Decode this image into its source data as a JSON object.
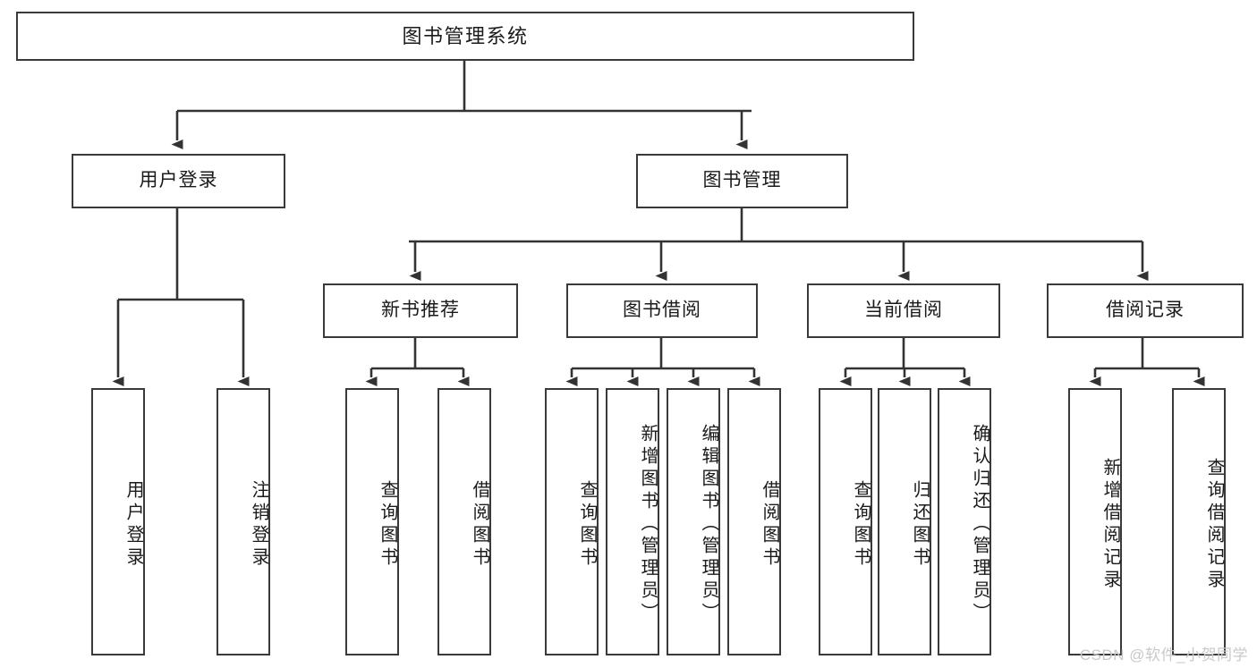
{
  "diagram": {
    "title": "图书管理系统",
    "type": "tree",
    "watermark": "CSDN @软件_小贺同学",
    "colors": {
      "box_border": "#3a3a3a",
      "box_fill": "#ffffff",
      "edge": "#333333",
      "text": "#1a1a1a",
      "watermark": "#c9c9c9"
    },
    "nodes": {
      "root": {
        "label": "图书管理系统"
      },
      "level1": [
        {
          "id": "user-login",
          "label": "用户登录"
        },
        {
          "id": "book-manage",
          "label": "图书管理"
        }
      ],
      "level2": [
        {
          "id": "new-book-rec",
          "label": "新书推荐"
        },
        {
          "id": "book-borrow",
          "label": "图书借阅"
        },
        {
          "id": "current-borrow",
          "label": "当前借阅"
        },
        {
          "id": "borrow-record",
          "label": "借阅记录"
        }
      ],
      "leaves": {
        "user-login": [
          {
            "id": "leaf-user-login",
            "label": "用户登录"
          },
          {
            "id": "leaf-logout",
            "label": "注销登录"
          }
        ],
        "new-book-rec": [
          {
            "id": "leaf-query-book-1",
            "label": "查询图书"
          },
          {
            "id": "leaf-borrow-book-1",
            "label": "借阅图书"
          }
        ],
        "book-borrow": [
          {
            "id": "leaf-query-book-2",
            "label": "查询图书"
          },
          {
            "id": "leaf-add-book",
            "label": "新增图书（管理员）"
          },
          {
            "id": "leaf-edit-book",
            "label": "编辑图书（管理员）"
          },
          {
            "id": "leaf-borrow-book-2",
            "label": "借阅图书"
          }
        ],
        "current-borrow": [
          {
            "id": "leaf-query-book-3",
            "label": "查询图书"
          },
          {
            "id": "leaf-return-book",
            "label": "归还图书"
          },
          {
            "id": "leaf-confirm-return",
            "label": "确认归还（管理员）"
          }
        ],
        "borrow-record": [
          {
            "id": "leaf-add-record",
            "label": "新增借阅记录"
          },
          {
            "id": "leaf-query-record",
            "label": "查询借阅记录"
          }
        ]
      }
    }
  }
}
